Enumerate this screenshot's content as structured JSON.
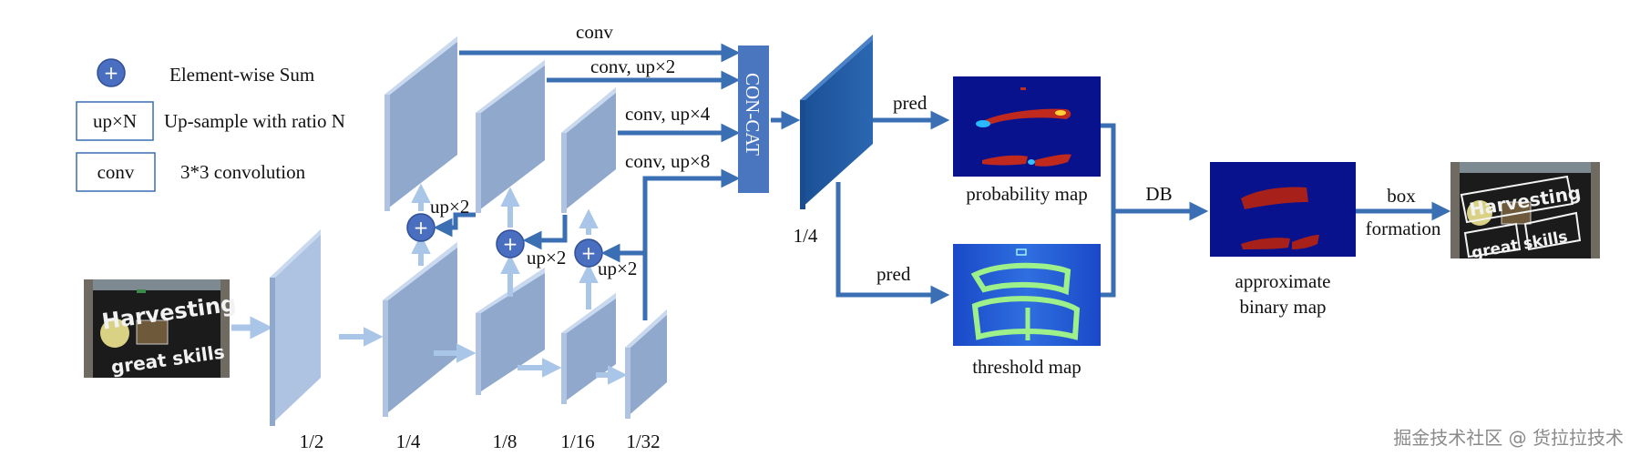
{
  "legend": {
    "sum_symbol": "+",
    "sum_label": "Element-wise Sum",
    "upsample_box": "up×N",
    "upsample_label": "Up-sample with ratio N",
    "conv_box": "conv",
    "conv_label": "3*3 convolution"
  },
  "backbone": {
    "scales": [
      "1/2",
      "1/4",
      "1/8",
      "1/16",
      "1/32"
    ]
  },
  "fpn": {
    "up_labels": [
      "up×2",
      "up×2",
      "up×2"
    ],
    "sum_symbol": "+"
  },
  "concat": {
    "label": "CON-CAT",
    "branches": [
      "conv",
      "conv, up×2",
      "conv, up×4",
      "conv, up×8"
    ]
  },
  "feature": {
    "scale": "1/4"
  },
  "heads": {
    "pred_top": "pred",
    "pred_bottom": "pred",
    "probability_map": "probability map",
    "threshold_map": "threshold map",
    "db": "DB",
    "approx_line1": "approximate",
    "approx_line2": "binary map",
    "box_line1": "box",
    "box_line2": "formation"
  },
  "images": {
    "input_text_1": "Harvesting",
    "input_text_2": "great skills",
    "output_text_1": "Harvesting",
    "output_text_2": "great skills"
  },
  "watermark": "掘金技术社区 @ 货拉拉技术",
  "colors": {
    "block_front": "#8fa8cc",
    "block_top": "#c9d9ef",
    "block_side": "#b0c4e2",
    "arrow": "#3a6fb4",
    "light_arrow": "#a9c6e8",
    "concat": "#4a76c0",
    "sum": "#4a6fc0",
    "feature_dark": "#225aa0",
    "heatmap_bg": "#08128c",
    "red": "#a8201a"
  }
}
